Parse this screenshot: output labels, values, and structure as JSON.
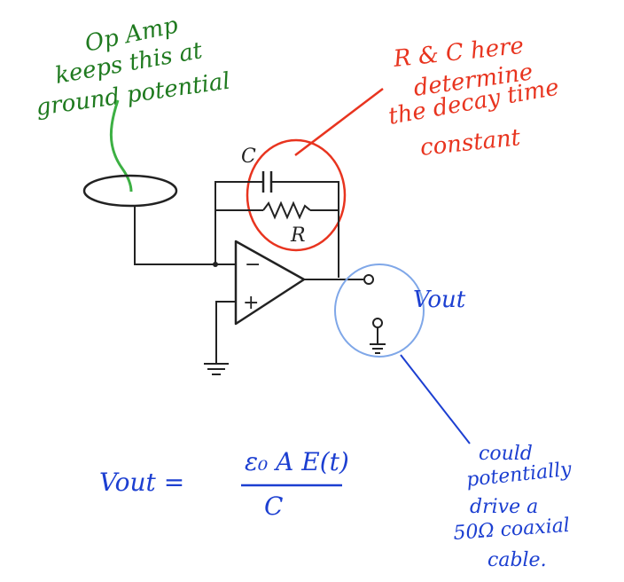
{
  "annotations": {
    "op_amp_note": [
      "Op Amp",
      "keeps this at",
      "ground potential"
    ],
    "rc_note": [
      "R & C here",
      "determine",
      "the decay time",
      "constant"
    ],
    "cable_note": [
      "could",
      "potentially",
      "drive a",
      "50Ω coaxial",
      "cable."
    ]
  },
  "circuit": {
    "capacitor_label": "C",
    "resistor_label": "R",
    "output_label": "Vout",
    "inverting_input": "−",
    "noninverting_input": "+"
  },
  "formula": {
    "lhs": "Vout =",
    "numerator": "ε₀ A E(t)",
    "denominator": "C"
  },
  "colors": {
    "green": "#1f7a1f",
    "bright_green": "#3cb043",
    "red": "#e8341f",
    "blue": "#1c3fd1",
    "light_blue": "#7fa7e8",
    "ink": "#222222"
  }
}
